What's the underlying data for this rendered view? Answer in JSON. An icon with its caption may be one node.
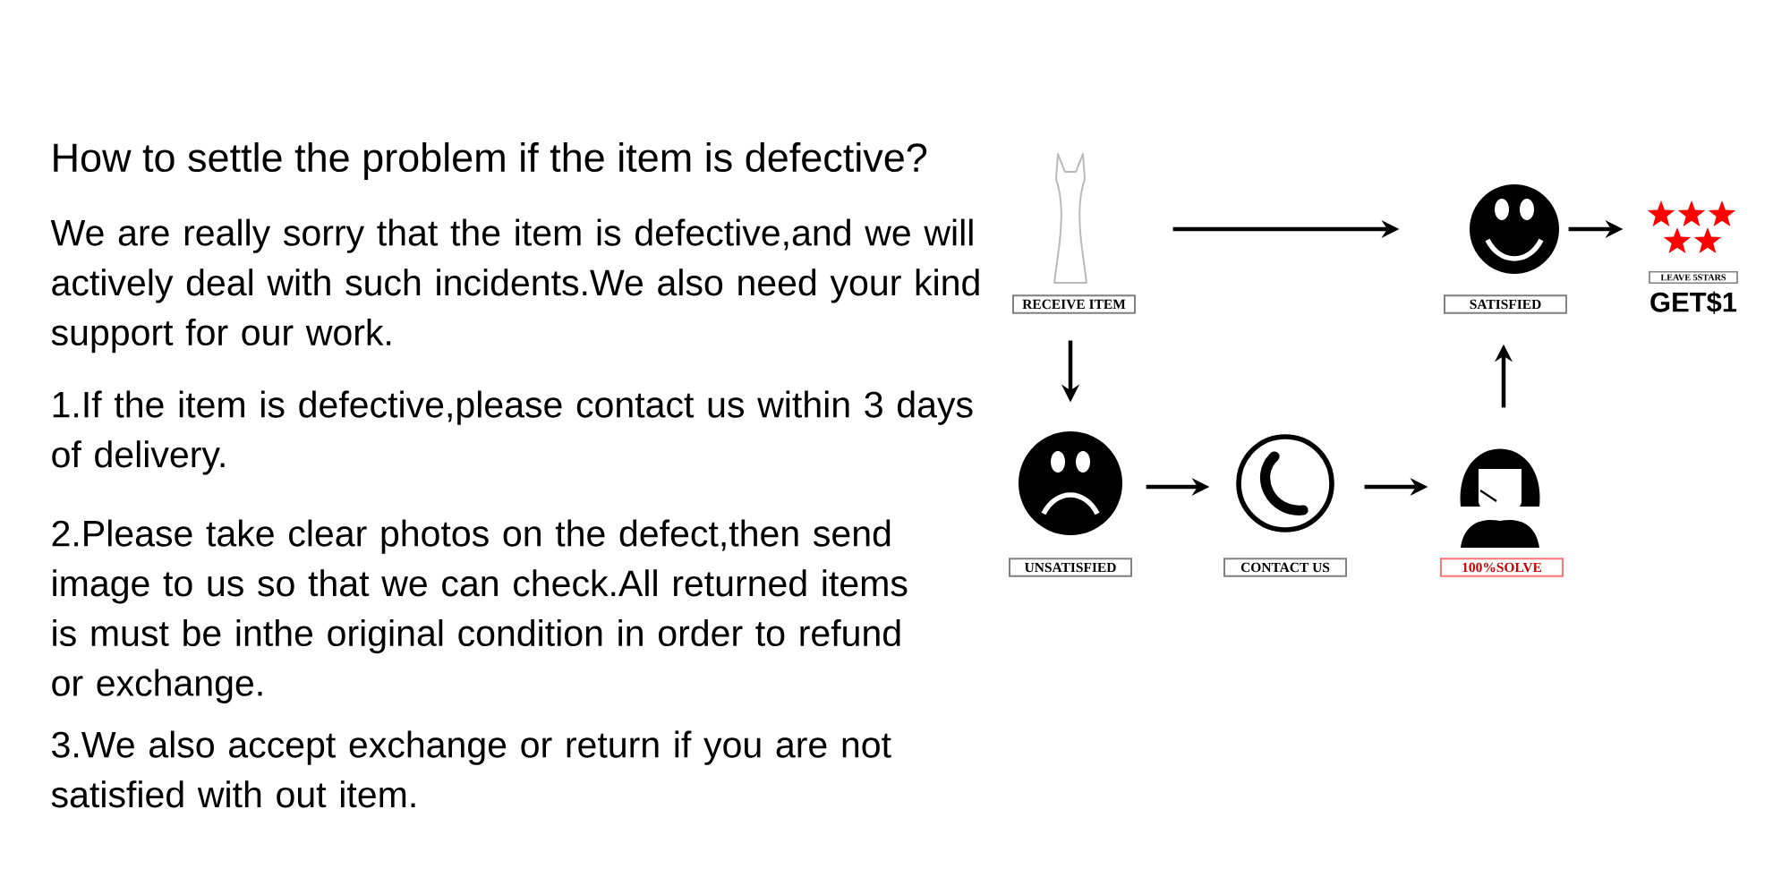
{
  "diagram": {
    "title": "How to settle the problem if the item is defective?",
    "nodes": [
      {
        "text": [
          "RECEIVE ITEM"
        ]
      },
      {
        "text": [
          "SATISFIED"
        ]
      },
      {
        "text": [
          "LEAVE 5STARS",
          "GET$1"
        ]
      },
      {
        "text": [
          "UNSATISFIED"
        ]
      },
      {
        "text": [
          "CONTACT US"
        ]
      },
      {
        "text": [
          "100%SOLVE"
        ]
      }
    ],
    "edges": [
      {
        "from": 0,
        "to": 1,
        "arrow": "to"
      },
      {
        "from": 1,
        "to": 2,
        "arrow": "to"
      },
      {
        "from": 0,
        "to": 3,
        "arrow": "to"
      },
      {
        "from": 3,
        "to": 4,
        "arrow": "to"
      },
      {
        "from": 4,
        "to": 5,
        "arrow": "to"
      },
      {
        "from": 5,
        "to": 1,
        "arrow": "to"
      }
    ],
    "labels": [
      "We are really sorry that the item is defective,and we will actively deal with such incidents.We also need your kind support for our work.",
      "1.If the item is defective,please contact us within 3 days of delivery.",
      "2.Please take clear photos on the defect,then send image to us so that we can check.All returned items is must be inthe original condition in order to refund or exchange.",
      "3.We also accept exchange or return if you are not satisfied with out item."
    ]
  }
}
